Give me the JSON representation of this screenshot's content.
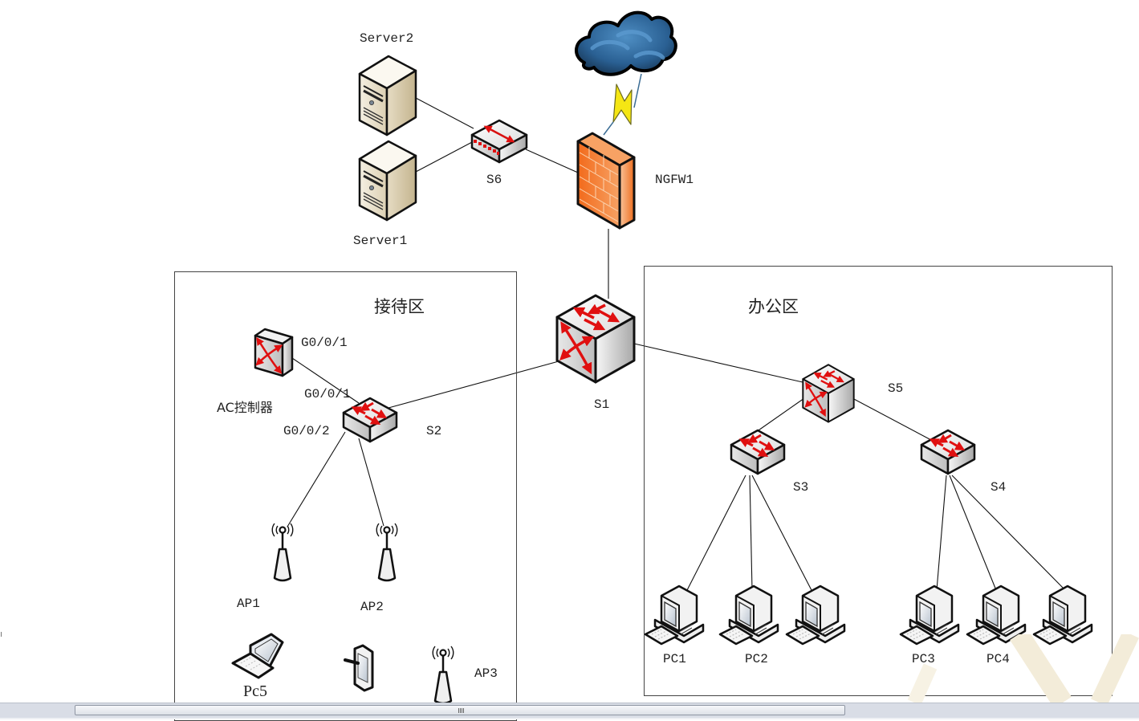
{
  "zones": {
    "reception": {
      "title": "接待区"
    },
    "office": {
      "title": "办公区"
    }
  },
  "devices": {
    "server2": {
      "label": "Server2",
      "type": "server"
    },
    "server1": {
      "label": "Server1",
      "type": "server"
    },
    "s6": {
      "label": "S6",
      "type": "switch"
    },
    "ngfw1": {
      "label": "NGFW1",
      "type": "firewall"
    },
    "internet": {
      "label": "",
      "type": "cloud"
    },
    "s1": {
      "label": "S1",
      "type": "core-switch"
    },
    "ac": {
      "label": "AC控制器",
      "type": "ac-controller"
    },
    "s2": {
      "label": "S2",
      "type": "switch"
    },
    "ap1": {
      "label": "AP1",
      "type": "access-point"
    },
    "ap2": {
      "label": "AP2",
      "type": "access-point"
    },
    "ap3": {
      "label": "AP3",
      "type": "access-point"
    },
    "pc5": {
      "label": "Pc5",
      "type": "laptop"
    },
    "tablet": {
      "label": "",
      "type": "tablet"
    },
    "s5": {
      "label": "S5",
      "type": "core-switch"
    },
    "s3": {
      "label": "S3",
      "type": "switch"
    },
    "s4": {
      "label": "S4",
      "type": "switch"
    },
    "pc1": {
      "label": "PC1",
      "type": "pc"
    },
    "pc2": {
      "label": "PC2",
      "type": "pc"
    },
    "pc2b": {
      "label": "",
      "type": "pc"
    },
    "pc3": {
      "label": "PC3",
      "type": "pc"
    },
    "pc4": {
      "label": "PC4",
      "type": "pc"
    },
    "pc4b": {
      "label": "",
      "type": "pc"
    }
  },
  "ports": {
    "ac_port": "G0/0/1",
    "s2_port_ac": "G0/0/1",
    "s2_port_ap": "G0/0/2"
  },
  "links": [
    [
      "server2",
      "s6"
    ],
    [
      "server1",
      "s6"
    ],
    [
      "s6",
      "ngfw1"
    ],
    [
      "ngfw1",
      "internet"
    ],
    [
      "ngfw1",
      "s1"
    ],
    [
      "s1",
      "s2"
    ],
    [
      "s1",
      "s5"
    ],
    [
      "ac",
      "s2"
    ],
    [
      "s2",
      "ap1"
    ],
    [
      "s2",
      "ap2"
    ],
    [
      "s5",
      "s3"
    ],
    [
      "s5",
      "s4"
    ],
    [
      "s3",
      "pc1"
    ],
    [
      "s3",
      "pc2"
    ],
    [
      "s3",
      "pc2b"
    ],
    [
      "s4",
      "pc3"
    ],
    [
      "s4",
      "pc4"
    ],
    [
      "s4",
      "pc4b"
    ]
  ],
  "colors": {
    "arrow_red": "#e01010",
    "firewall_orange": "#f47a2a",
    "cloud_blue": "#2a6a9a",
    "bolt_yellow": "#f5e614",
    "server_beige": "#e6dcc4"
  },
  "scrollbar": {
    "grip": "|||"
  }
}
